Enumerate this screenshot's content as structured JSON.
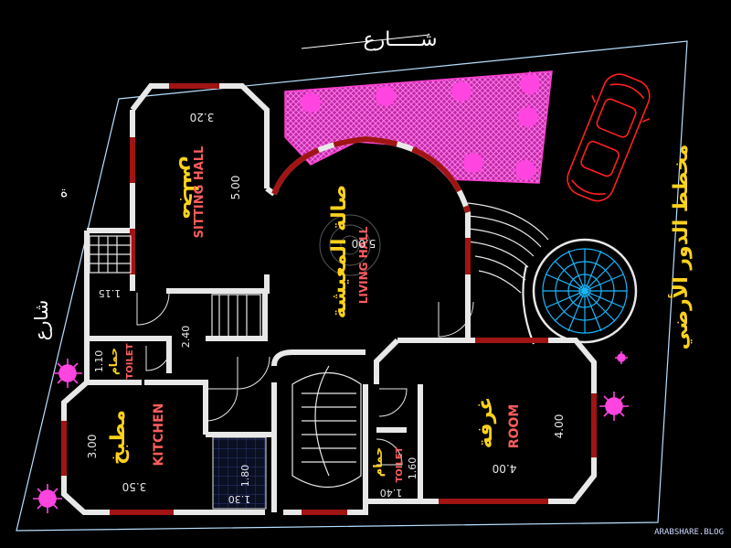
{
  "street_top": "شـــــارع",
  "street_left": "شارع",
  "street_left_small": "ة",
  "plan_title": "مخطط الدور الأرضي",
  "rooms": {
    "sitting": {
      "ar": "مجلس",
      "en": "SITTING HALL",
      "dim_w": "3.20",
      "dim_h": "5.00"
    },
    "living": {
      "ar": "صالة المعيشة",
      "en": "LIVING HALL",
      "dim": "5.00"
    },
    "kitchen": {
      "ar": "مطبخ",
      "en": "KITCHEN",
      "dim_w": "3.50",
      "dim_h": "3.00"
    },
    "room": {
      "ar": "غرفة",
      "en": "ROOM",
      "dim_w": "4.00",
      "dim_h": "4.00"
    },
    "toilet_left": {
      "ar": "حمام",
      "en": "TOILET",
      "dim": "1.10"
    },
    "toilet_right": {
      "ar": "حمام",
      "en": "TOILET",
      "dim_w": "1.40",
      "dim_h": "1.60"
    }
  },
  "dims": {
    "d115": "1.15",
    "d240": "2.40",
    "d180": "1.80",
    "d130": "1.30"
  },
  "watermark": "ARABSHARE.BLOG",
  "colors": {
    "wall": "#e8e8e8",
    "window": "#a01414",
    "garden": "#ff3fd2",
    "car": "#ff2020",
    "fountain": "#18b8ff",
    "label_ar": "#ffd21a",
    "label_en_red": "#ff5c5c",
    "site_line": "#b8e0ff"
  }
}
